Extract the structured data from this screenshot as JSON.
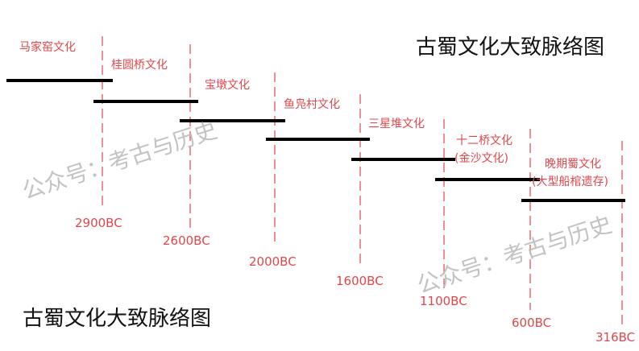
{
  "title": "古蜀文化大致脉络图",
  "watermark": "公众号：考古与历史",
  "colors": {
    "accent": "#e0474c",
    "line": "#000000",
    "dashed": "#e0474c"
  },
  "cultures": [
    {
      "name": "马家窑文化"
    },
    {
      "name": "桂圆桥文化"
    },
    {
      "name": "宝墩文化"
    },
    {
      "name": "鱼凫村文化"
    },
    {
      "name": "三星堆文化"
    },
    {
      "name": "十二桥文化",
      "subtitle": "(金沙文化)"
    },
    {
      "name": "晚期蜀文化",
      "subtitle": "(大型船棺遗存)"
    }
  ],
  "dates": [
    "2900BC",
    "2600BC",
    "2000BC",
    "1600BC",
    "1100BC",
    "600BC",
    "316BC"
  ]
}
